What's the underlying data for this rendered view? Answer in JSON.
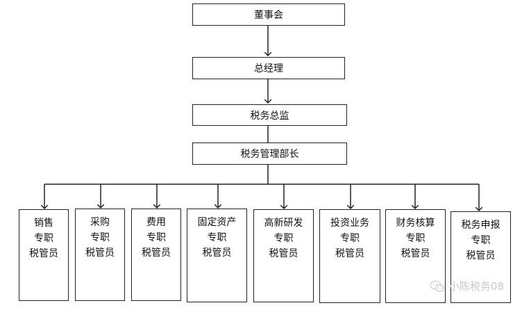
{
  "chart": {
    "level1": "董事会",
    "level2": "总经理",
    "level3": "税务总监",
    "level4": "税务管理部长",
    "leaves": [
      [
        "销售",
        "专职",
        "税管员"
      ],
      [
        "采购",
        "专职",
        "税管员"
      ],
      [
        "费用",
        "专职",
        "税管员"
      ],
      [
        "固定资产",
        "专职",
        "税管员"
      ],
      [
        "高新研发",
        "专职",
        "税管员"
      ],
      [
        "投资业务",
        "专职",
        "税管员"
      ],
      [
        "财务核算",
        "专职",
        "税管员"
      ],
      [
        "税务申报",
        "专职",
        "税管员"
      ]
    ]
  },
  "watermark": {
    "text": "小陈税务08",
    "icon": "wechat-icon"
  }
}
